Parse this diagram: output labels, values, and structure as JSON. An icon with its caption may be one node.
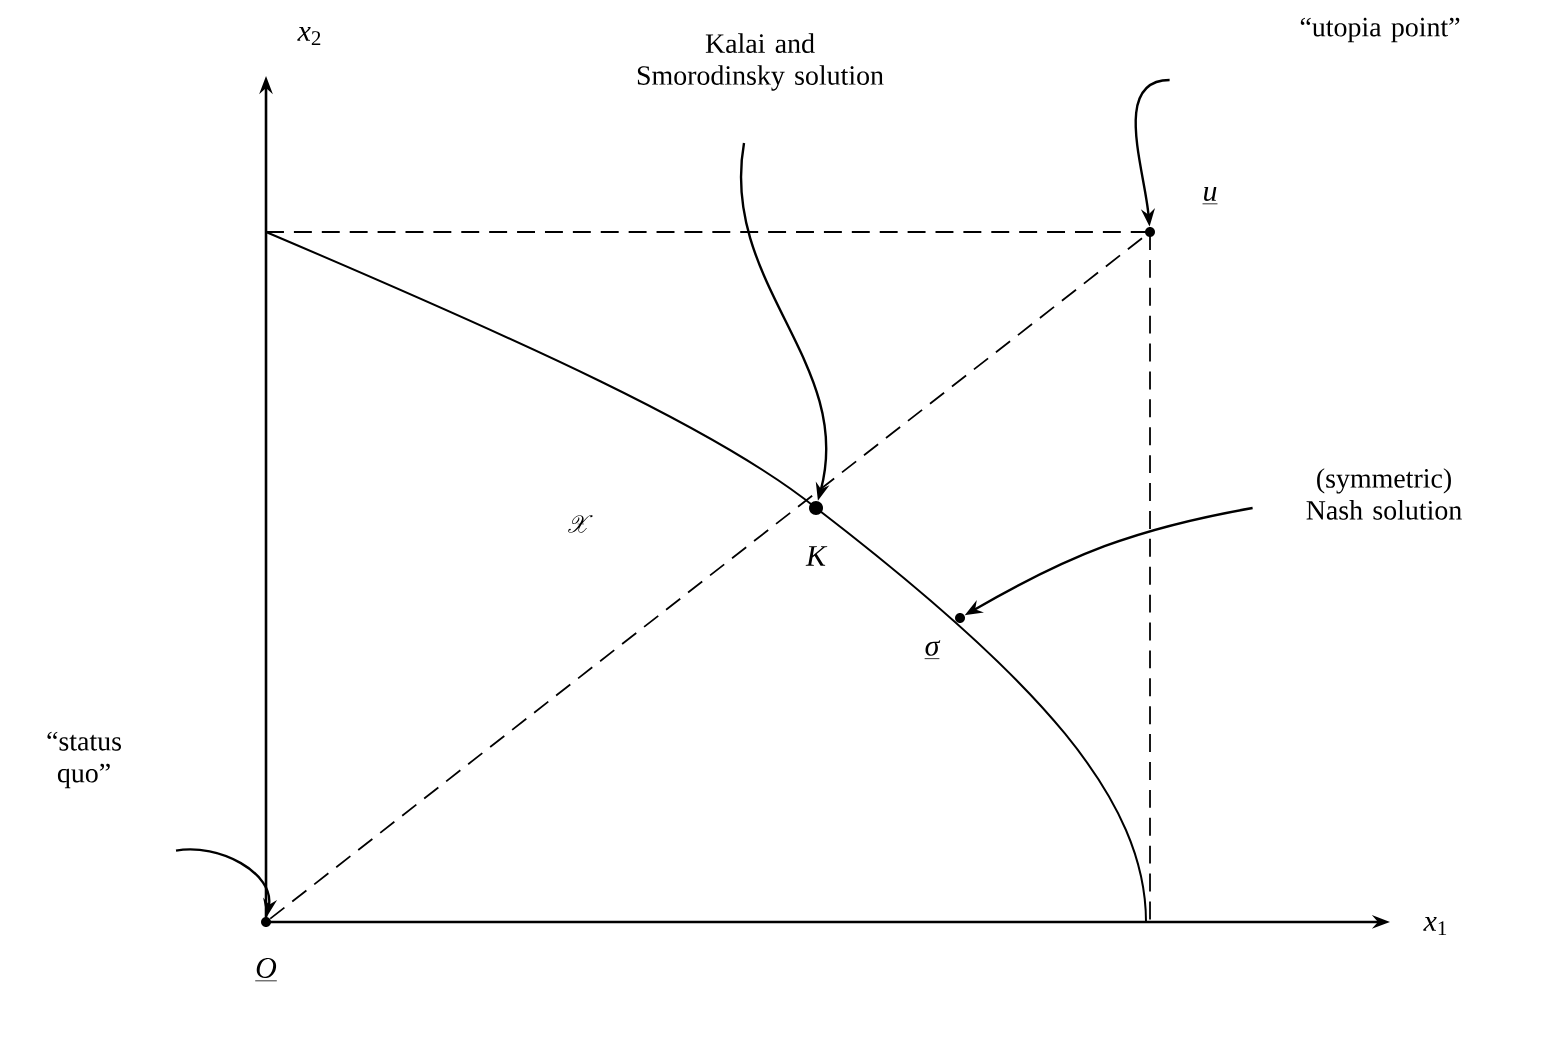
{
  "diagram": {
    "nodes": [
      {
        "text": [
          "Kalai and Smorodinsky solution"
        ]
      },
      {
        "text": [
          "“utopia point”"
        ]
      },
      {
        "text": [
          "(symmetric) Nash solution"
        ]
      },
      {
        "text": [
          "“status quo”"
        ]
      },
      {
        "text": [],
        "shape": "circle",
        "beside": [
          "u"
        ]
      },
      {
        "text": [],
        "shape": "circle",
        "beside": [
          "K"
        ]
      },
      {
        "text": [],
        "shape": "circle",
        "beside": [
          "σ"
        ]
      },
      {
        "text": [],
        "shape": "circle",
        "beside": [
          "O"
        ]
      }
    ],
    "edges": [
      {
        "from": 0,
        "to": 5,
        "arrow": "to"
      },
      {
        "from": 1,
        "to": 4,
        "arrow": "to"
      },
      {
        "from": 2,
        "to": 6,
        "arrow": "to"
      },
      {
        "from": 3,
        "to": 7,
        "arrow": "to"
      },
      {
        "from": 7,
        "to": 4,
        "arrow": "none",
        "style": "dashed"
      }
    ],
    "labels": [
      "*x*$_{2}$",
      "*x*$_{1}$",
      "\\mathscr{X}"
    ]
  }
}
